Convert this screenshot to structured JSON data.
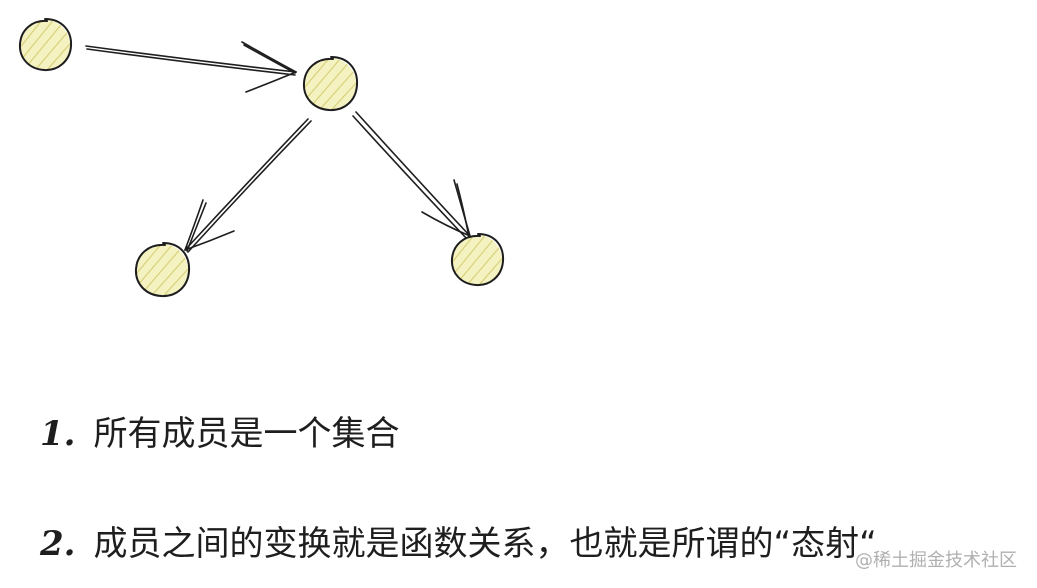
{
  "list": [
    {
      "number": "1.",
      "text": "所有成员是一个集合"
    },
    {
      "number": "2.",
      "text": "成员之间的变换就是函数关系，也就是所谓的“态射“"
    }
  ],
  "watermark": "@稀土掘金技术社区",
  "colors": {
    "node_fill": "#f5f2c2",
    "node_hatch": "#d8d27a",
    "stroke": "#1e1e1e"
  }
}
